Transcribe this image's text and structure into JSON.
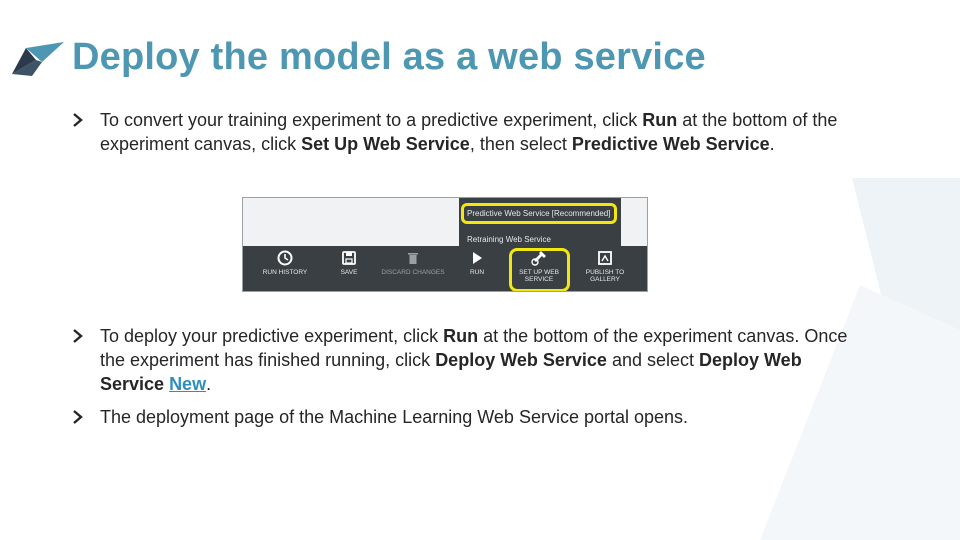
{
  "title": "Deploy the model as a web service",
  "bullets": [
    {
      "part1": "To convert your training experiment to a predictive experiment, click ",
      "bold1": "Run",
      "part2": " at the bottom of the experiment canvas, click ",
      "bold2": "Set Up Web Service",
      "part3": ", then select ",
      "bold3": "Predictive Web Service",
      "part4": "."
    },
    {
      "part1": "To deploy your predictive experiment, click ",
      "bold1": "Run",
      "part2": " at the bottom of the experiment canvas. Once the experiment has finished running, click ",
      "bold2": "Deploy Web Service",
      "part3": " and select ",
      "bold3": "Deploy Web Service ",
      "link": "New",
      "part4": "."
    },
    {
      "text": "The deployment page of the Machine Learning Web Service portal opens."
    }
  ],
  "screenshot": {
    "menu_items": [
      "Predictive Web Service [Recommended]",
      "Retraining Web Service"
    ],
    "toolbar": [
      {
        "label": "RUN HISTORY",
        "icon": "clock-icon",
        "enabled": true
      },
      {
        "label": "SAVE",
        "icon": "save-icon",
        "enabled": true
      },
      {
        "label": "DISCARD CHANGES",
        "icon": "trash-icon",
        "enabled": false
      },
      {
        "label": "RUN",
        "icon": "play-icon",
        "enabled": true
      },
      {
        "label_line1": "SET UP WEB",
        "label_line2": "SERVICE",
        "icon": "wrench-globe-icon",
        "enabled": true
      },
      {
        "label_line1": "PUBLISH TO",
        "label_line2": "GALLERY",
        "icon": "gallery-icon",
        "enabled": true
      }
    ],
    "highlight_color": "#f3e711"
  },
  "colors": {
    "title": "#4d97b3",
    "link": "#2e8ec0",
    "toolbar_bg": "#3a3f44",
    "watermark": "#eef3f7"
  }
}
